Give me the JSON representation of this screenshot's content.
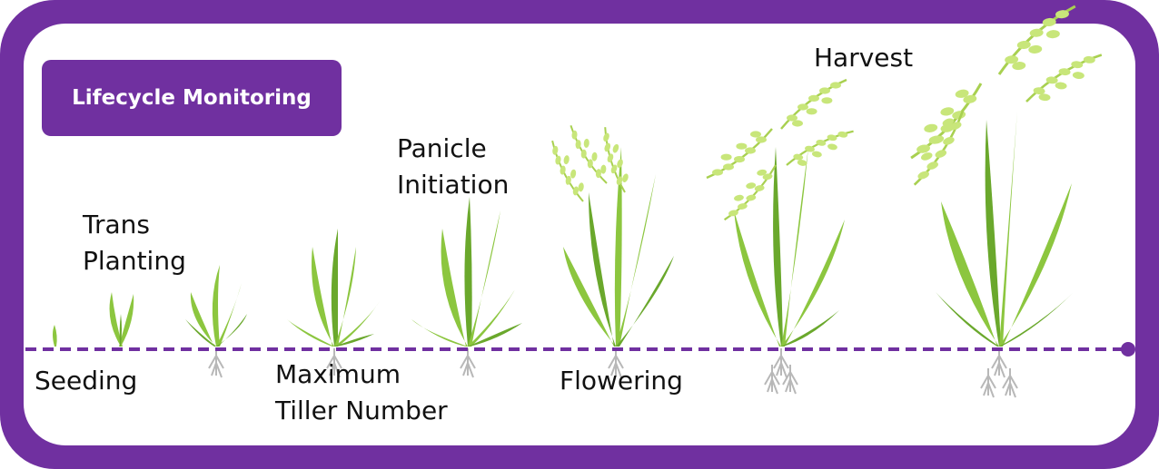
{
  "title": "Lifecycle Monitoring",
  "colors": {
    "frame": "#7030a0",
    "background": "#ffffff",
    "leaf": "#8cc63f",
    "leaf_dark": "#6aa82c",
    "panicle": "#c8e67a",
    "root": "#b8b8b8",
    "ground_line": "#7030a0"
  },
  "stages": [
    {
      "id": "seeding",
      "lines": [
        "Seeding"
      ]
    },
    {
      "id": "transplanting",
      "lines": [
        "Trans",
        "Planting"
      ]
    },
    {
      "id": "maximum-tiller",
      "lines": [
        "Maximum",
        "Tiller Number"
      ]
    },
    {
      "id": "panicle-initiation",
      "lines": [
        "Panicle",
        "Initiation"
      ]
    },
    {
      "id": "flowering",
      "lines": [
        "Flowering"
      ]
    },
    {
      "id": "harvest",
      "lines": [
        "Harvest"
      ]
    }
  ],
  "icons": [
    "rice-plant-icon",
    "root-icon",
    "panicle-icon",
    "timeline-end-dot-icon"
  ]
}
